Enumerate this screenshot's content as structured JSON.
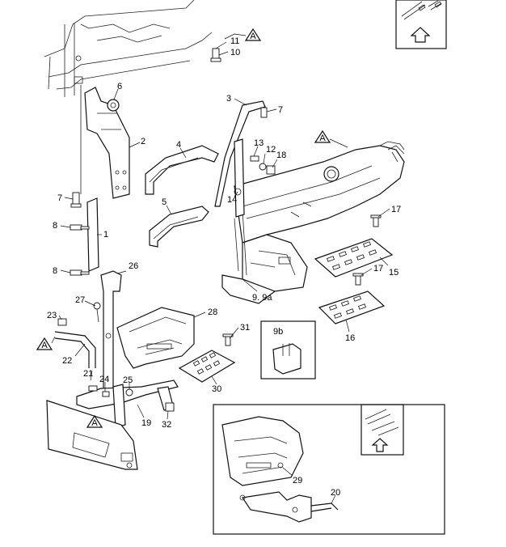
{
  "labels": {
    "l1": "1",
    "l2": "2",
    "l3": "3",
    "l4": "4",
    "l5": "5",
    "l6": "6",
    "l7a": "7",
    "l7b": "7",
    "l8a": "8",
    "l8b": "8",
    "l9": "9. 9a",
    "l9b": "9b",
    "l10": "10",
    "l11": "11",
    "l12": "12",
    "l13": "13",
    "l14": "14",
    "l15": "15",
    "l16": "16",
    "l17a": "17",
    "l17b": "17",
    "l18": "18",
    "l19": "19",
    "l20": "20",
    "l21": "21",
    "l22": "22",
    "l23": "23",
    "l24": "24",
    "l25": "25",
    "l26": "26",
    "l27": "27",
    "l28": "28",
    "l29": "29",
    "l30": "30",
    "l31": "31",
    "l32": "32"
  },
  "markers": {
    "a1": "A",
    "a2": "A",
    "a3": "A",
    "a4": "A"
  },
  "icons": {
    "direction_top": "front-arrow-icon",
    "direction_inset": "front-arrow-icon"
  }
}
